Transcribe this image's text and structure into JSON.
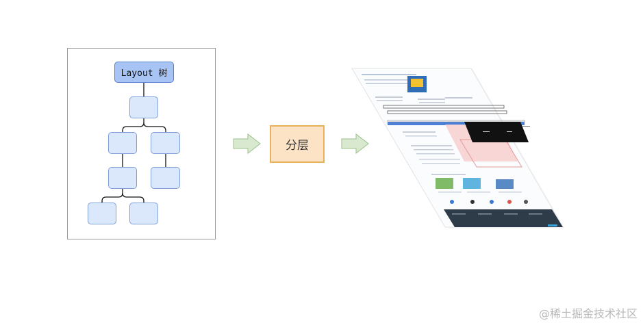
{
  "tree": {
    "root_label": "Layout 树"
  },
  "process": {
    "label": "分层"
  },
  "watermark": "@稀土掘金技术社区",
  "colors": {
    "node_fill": "#dbe7fb",
    "root_fill": "#a8c4f5",
    "process_fill": "#fde3c6",
    "arrow_fill": "#d8e9cf"
  }
}
